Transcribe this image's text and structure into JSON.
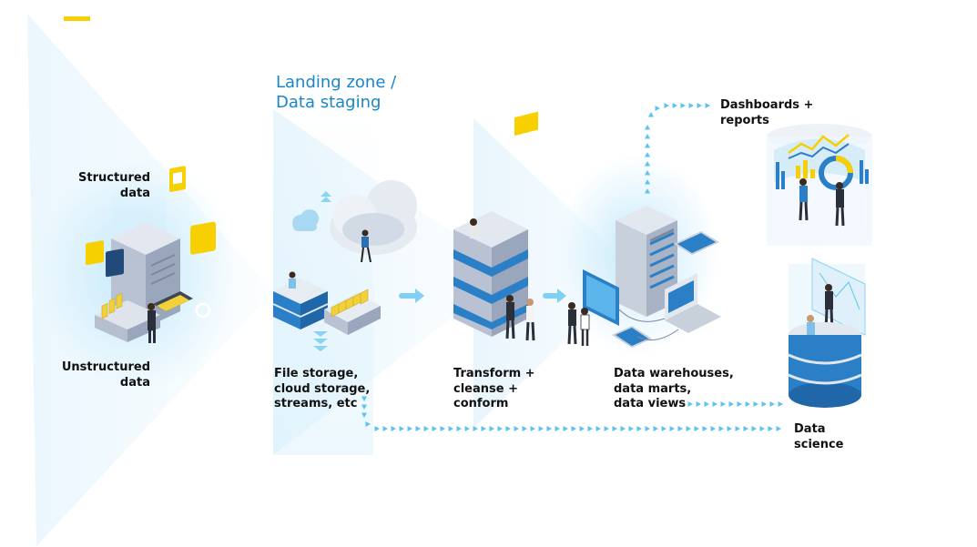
{
  "header": {
    "accent_color": "#f6d000",
    "title_lines": [
      "Landing zone /",
      "Data staging"
    ]
  },
  "sources": {
    "structured_lines": [
      "Structured",
      "data"
    ],
    "unstructured_lines": [
      "Unstructured",
      "data"
    ]
  },
  "stages": {
    "storage_lines": [
      "File storage,",
      "cloud storage,",
      "streams, etc"
    ],
    "transform_lines": [
      "Transform +",
      "cleanse +",
      "conform"
    ],
    "warehouse_lines": [
      "Data warehouses,",
      "data marts,",
      "data views"
    ]
  },
  "outputs": {
    "dashboards_lines": [
      "Dashboards +",
      "reports"
    ],
    "science_lines": [
      "Data",
      "science"
    ]
  },
  "colors": {
    "blue": "#1a86c8",
    "light_blue": "#5bc3ee",
    "yellow": "#f6d000",
    "gray": "#b9c1cf"
  }
}
